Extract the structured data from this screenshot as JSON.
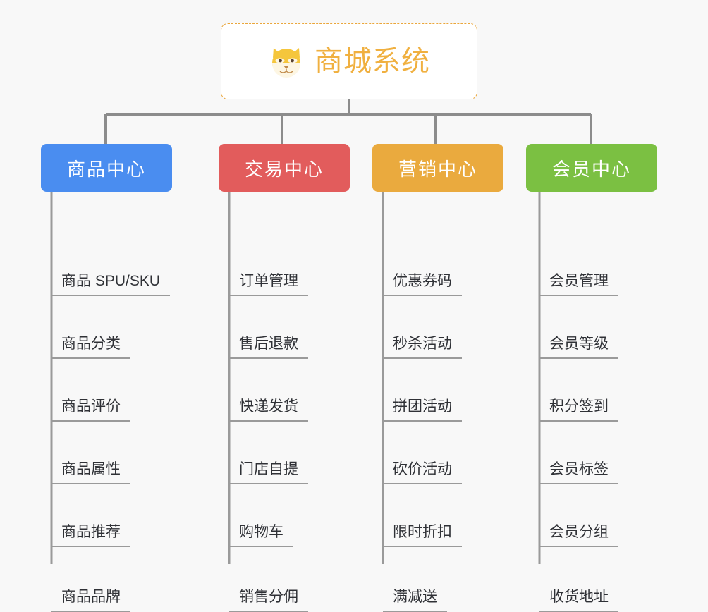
{
  "background_color": "#f8f8f8",
  "root": {
    "title": "商城系统",
    "icon": "shiba-dog-face-icon",
    "text_color": "#f0b040",
    "border_color": "#eaa63a",
    "fill_color": "#ffffff"
  },
  "link_color": "#8c8c8c",
  "leaf_text_color": "#2f3136",
  "leaf_rule_color": "#9a9a9a",
  "columns": [
    {
      "title": "商品中心",
      "color": "#4a8df0",
      "items": [
        "商品 SPU/SKU",
        "商品分类",
        "商品评价",
        "商品属性",
        "商品推荐",
        "商品品牌"
      ]
    },
    {
      "title": "交易中心",
      "color": "#e25c5c",
      "items": [
        "订单管理",
        "售后退款",
        "快递发货",
        "门店自提",
        "购物车",
        "销售分佣"
      ]
    },
    {
      "title": "营销中心",
      "color": "#eaaa3e",
      "items": [
        "优惠券码",
        "秒杀活动",
        "拼团活动",
        "砍价活动",
        "限时折扣",
        "满减送"
      ]
    },
    {
      "title": "会员中心",
      "color": "#7bc042",
      "items": [
        "会员管理",
        "会员等级",
        "积分签到",
        "会员标签",
        "会员分组",
        "收货地址"
      ]
    }
  ]
}
